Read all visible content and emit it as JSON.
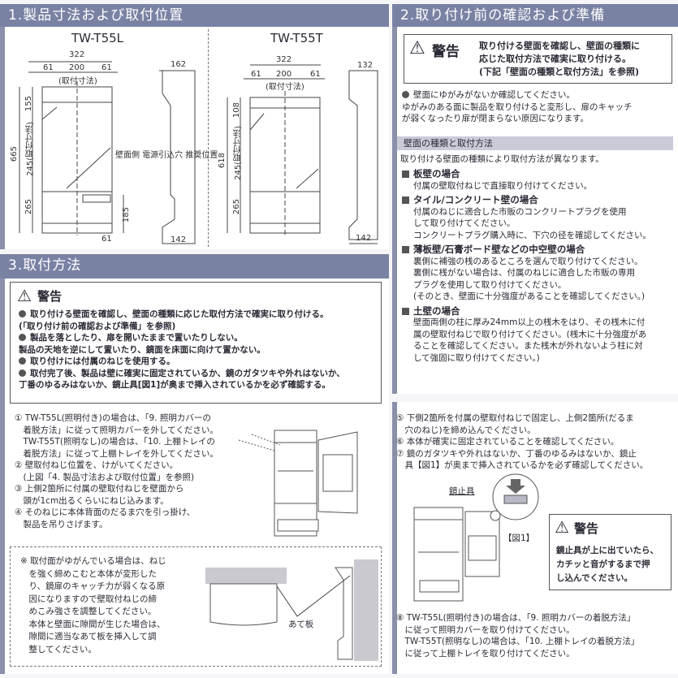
{
  "section1": {
    "title": "1.製品寸法および取付位置",
    "left": {
      "model": "TW-T55L",
      "width": "322",
      "m1": "61",
      "m2": "200",
      "m3": "61",
      "mount_label": "(取付寸法)",
      "h_top": "155",
      "h_total": "665",
      "h_mid": "245(取付寸法)",
      "h_bottom": "265",
      "h_185": "185",
      "bottom_61": "61",
      "depth_top": "162",
      "depth_bottom": "142",
      "note": "壁面側\n電源引込穴\n推奨位置"
    },
    "right": {
      "model": "TW-T55T",
      "width": "322",
      "m1": "61",
      "m2": "200",
      "m3": "61",
      "mount_label": "(取付寸法)",
      "h_top": "108",
      "h_total": "618",
      "h_mid": "245(取付寸法)",
      "h_bottom": "265",
      "depth_top": "132",
      "depth_bottom": "142"
    }
  },
  "section2": {
    "title": "2.取り付け前の確認および準備",
    "warning_label": "警告",
    "warning_text": "取り付ける壁面を確認し、壁面の種類に\n応じた取付方法で確実に取り付ける。\n(下記「壁面の種類と取付方法」を参照)",
    "bullet": "壁面にゆがみがないか確認してください。\nゆがみのある面に製品を取り付けると変形し、扉のキャッチ\nが弱くなったり扉が閉まらない原因になります。",
    "subheader": "壁面の種類と取付方法",
    "intro": "取り付ける壁面の種類により取付方法が異なります。",
    "types": [
      {
        "title": "板壁の場合",
        "body": "付属の壁取付ねじで直接取り付けてください。"
      },
      {
        "title": "タイル/コンクリート壁の場合",
        "body": "付属のねじに適合した市販のコンクリートプラグを使用\nして取り付けてください。\nコンクリートプラグ購入時に、下穴の径を確認してください。"
      },
      {
        "title": "薄板壁/石膏ボード壁などの中空壁の場合",
        "body": "裏側に補強の桟のあるところを選んで取り付けてください。\n裏側に桟がない場合は、付属のねじに適合した市販の専用\nプラグを使用して取り付けてください。\n(そのとき、壁面に十分強度があることを確認してください。)"
      },
      {
        "title": "土壁の場合",
        "body": "壁面両側の柱に厚み24mm以上の桟木をはり、その桟木に付\n属の壁取付ねじで取り付けてください。(桟木に十分強度があ\nることを確認してください。また桟木が外れないよう柱に対\nして強固に取り付けてください。)"
      }
    ]
  },
  "section3": {
    "title": "3.取付方法",
    "warning_label": "警告",
    "warnings": [
      "取り付ける壁面を確認し、壁面の種類に応じた取付方法で確実に取り付ける。\n(「取り付け前の確認および準備」を参照)",
      "製品を落としたり、扉を開いたままで置いたりしない。\n製品の天地を逆にして置いたり、鏡面を床面に向けて置かない。",
      "取り付けには付属のねじを使用する。",
      "取付完了後、製品は壁に確実に固定されているか、鏡のガタツキや外れはないか、\n丁番のゆるみはないか、鏡止具[図1]が奥まで挿入されているかを必ず確認する。"
    ],
    "steps_left": [
      "① TW-T55L(照明付き)の場合は、「9. 照明カバーの\n　着脱方法」に従って照明カバーを外してください。\n　TW-T55T(照明なし)の場合は、「10. 上棚トレイの\n　着脱方法」に従って上棚トレイを外してください。",
      "② 壁取付ねじ位置を、けがいてください。\n　(上図「4. 製品寸法および取付位置」を参照)",
      "③ 上側2箇所に付属の壁取付ねじを壁面から\n　頭が1cm出るくらいにねじ込みます。",
      "④ そのねじに本体背面のだるま穴を引っ掛け、\n　製品を吊りさげます。"
    ],
    "note": "※ 取付面がゆがんでいる場合は、ねじ\n　を強く締めこむと本体が変形した\n　り、鏡扉のキャッチ力が弱くなる原\n　因になりますので壁取付ねじの締\n　めこみ強さを調整してください。\n　本体と壁面に隙間が生じた場合は、\n　隙間に適当なあて板を挿入して調\n　整してください。",
    "shim_label": "あて板",
    "steps_right": [
      "⑤ 下側2箇所を付属の壁取付ねじで固定し、上側2箇所(だるま\n　穴のねじ)を締め込んでください。",
      "⑥ 本体が確実に固定されていることを確認してください。",
      "⑦ 鏡のガタツキや外れはないか、丁番のゆるみはないか、鏡止\n　具【図1】が奥まで挿入されているかを必ず確認してください。"
    ],
    "stopper_label": "鏡止具",
    "figure_label": "【図1】",
    "warning2_label": "警告",
    "warning2_text": "鏡止具が上に出ていたら、\nカチッと音がするまで押\nし込んでください。",
    "step8": "⑧ TW-T55L(照明付き)の場合は、「9. 照明カバーの着脱方法」\n　に従って照明カバーを取り付けてください。\n　TW-T55T(照明なし)の場合は、「10. 上棚トレイの着脱方法」\n　に従って上棚トレイを取り付けてください。"
  },
  "colors": {
    "header": "#7a82a4",
    "subheader": "#c9cbd9",
    "border": "#8a90aa"
  }
}
